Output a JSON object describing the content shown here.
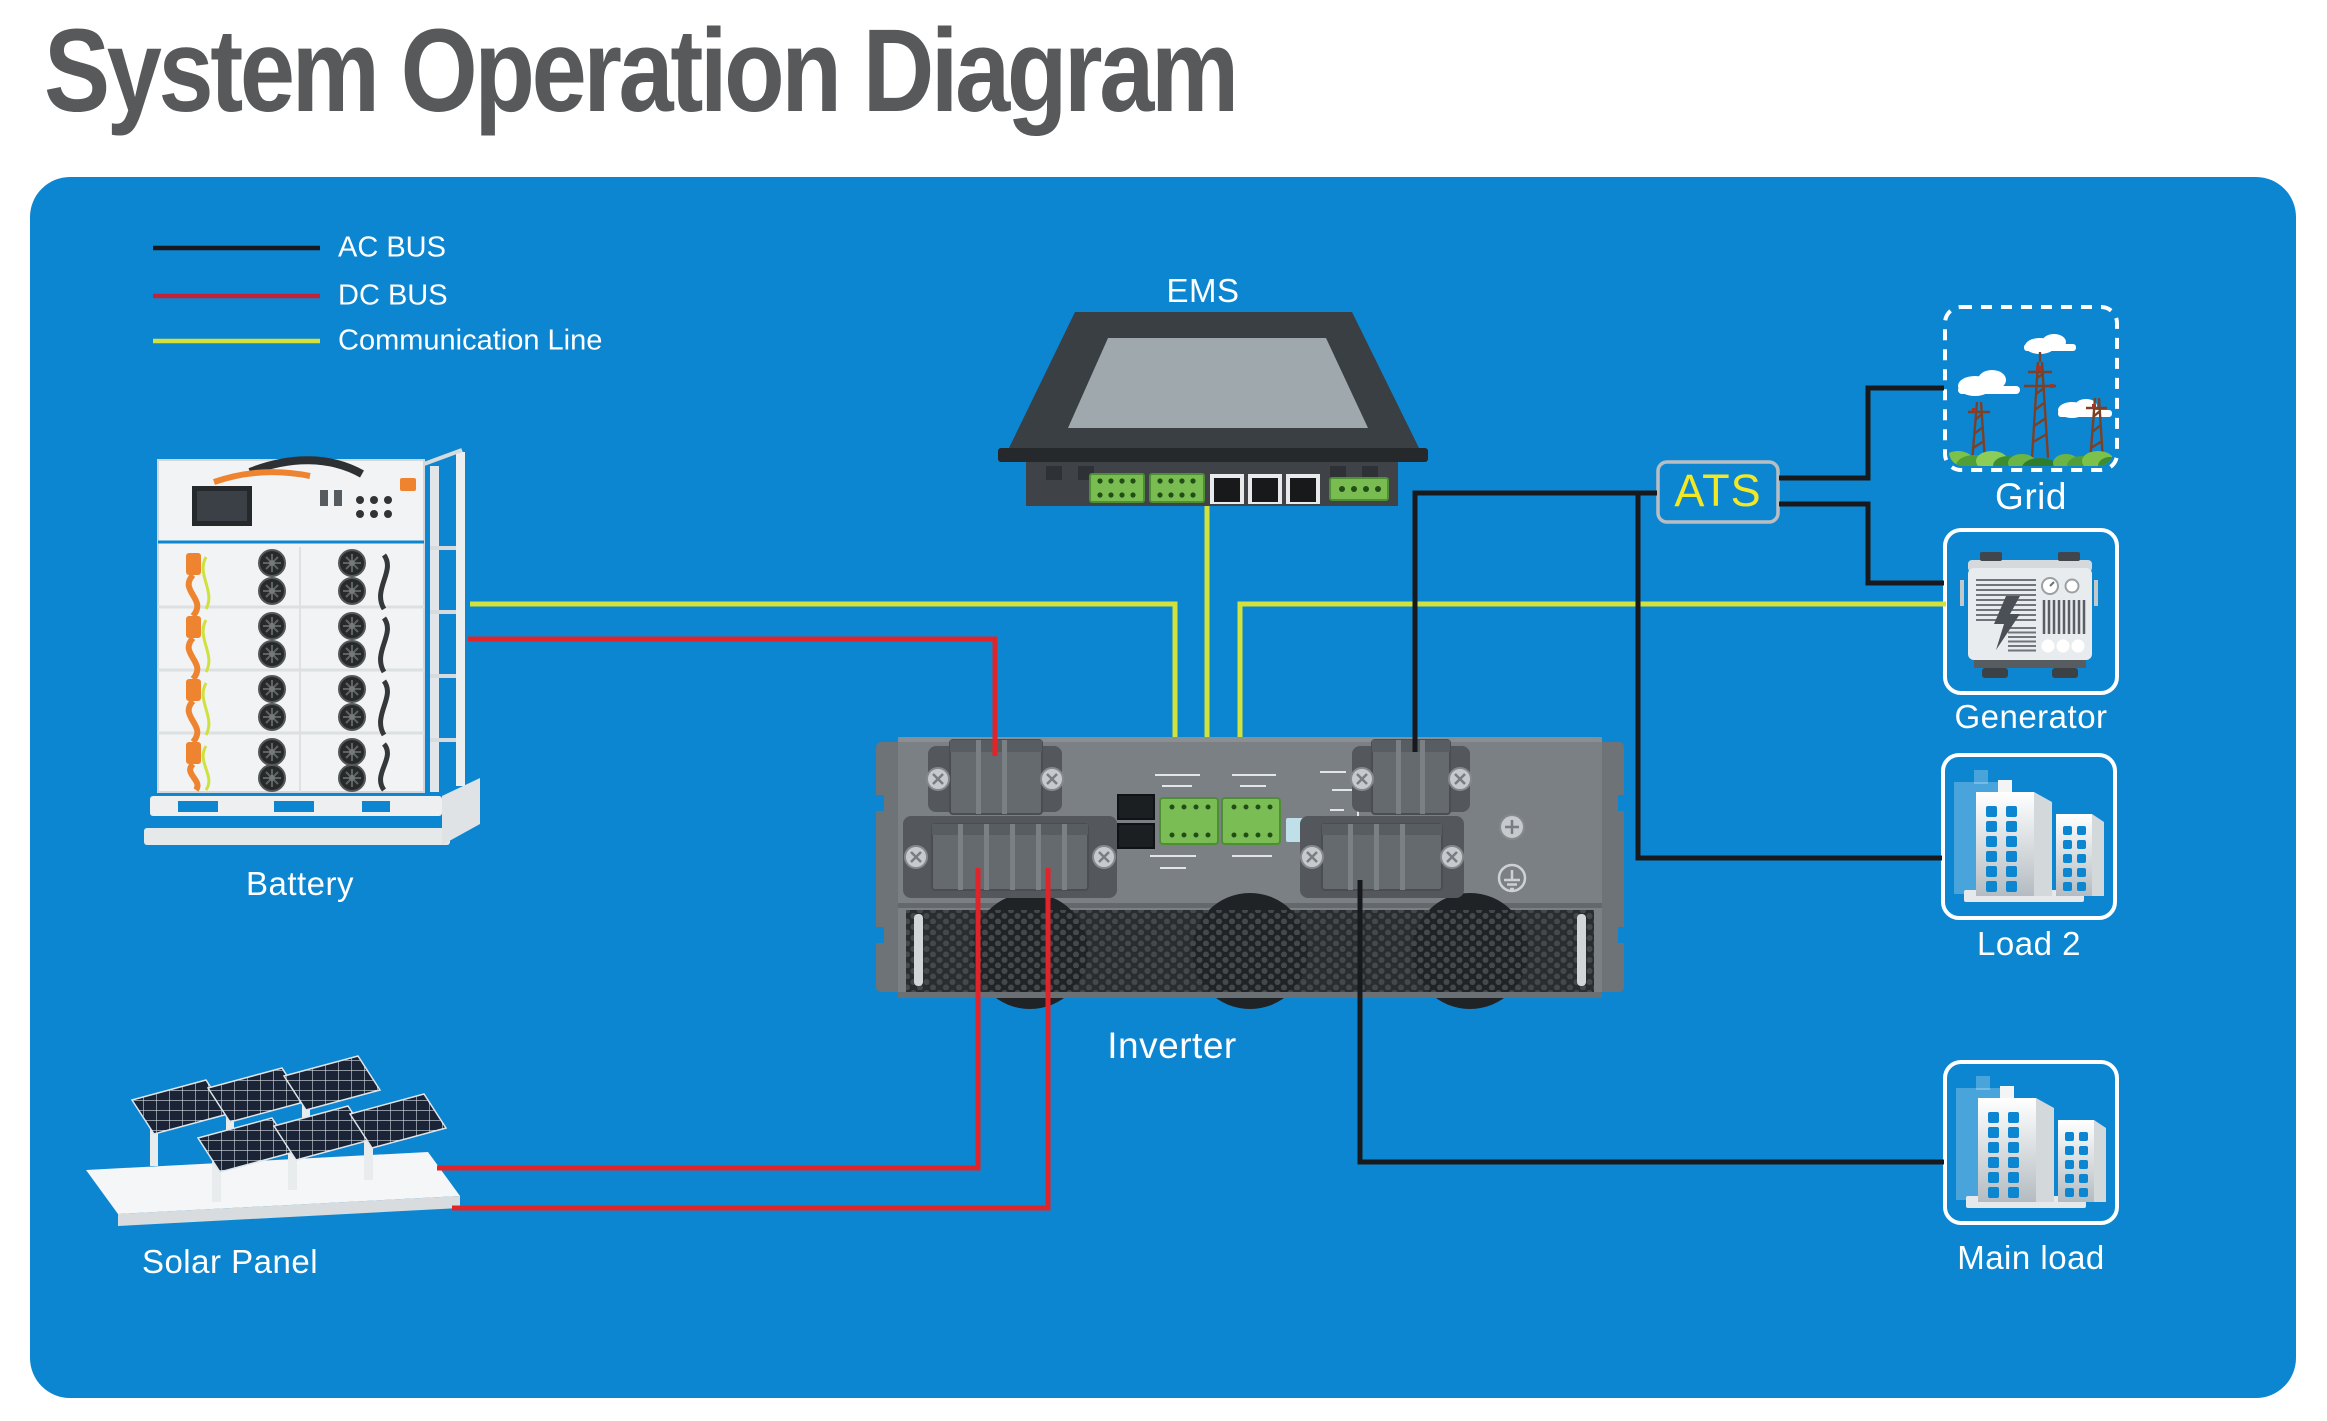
{
  "title": "System Operation Diagram",
  "legend": {
    "items": [
      {
        "label": "AC BUS",
        "color": "#17191c"
      },
      {
        "label": "DC BUS",
        "color": "#c2233a"
      },
      {
        "label": "Communication Line",
        "color": "#d3e23a"
      }
    ]
  },
  "colors": {
    "panel_background": "#0d86d1",
    "ac_bus": "#17191c",
    "dc_bus": "#e0242a",
    "communication": "#d3e23a",
    "ats_label": "#f2e824",
    "label_text": "#ffffff",
    "title_text": "#58595b"
  },
  "nodes": {
    "ems": {
      "label": "EMS"
    },
    "battery": {
      "label": "Battery"
    },
    "inverter": {
      "label": "Inverter"
    },
    "solar_panel": {
      "label": "Solar Panel"
    },
    "ats": {
      "label": "ATS"
    },
    "grid": {
      "label": "Grid"
    },
    "generator": {
      "label": "Generator"
    },
    "load_2": {
      "label": "Load 2"
    },
    "main_load": {
      "label": "Main load"
    }
  }
}
